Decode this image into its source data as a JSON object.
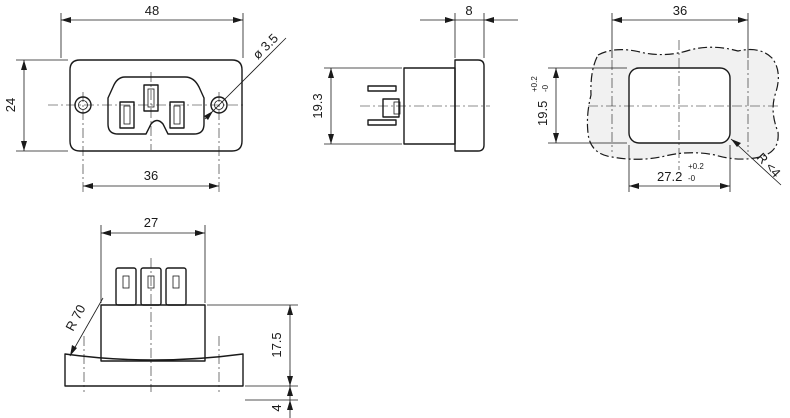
{
  "views": {
    "front": {
      "width_label": "48",
      "height_label": "24",
      "hole_label": "ø 3.5",
      "hole_spacing_label": "36"
    },
    "side": {
      "depth_label": "8",
      "height_label": "19.3"
    },
    "cutout": {
      "width_label": "36",
      "height_label": "19.5",
      "height_tol_upper": "+0.2",
      "height_tol_lower": "-0",
      "opening_width_label": "27.2",
      "opening_tol_upper": "+0.2",
      "opening_tol_lower": "-0",
      "radius_label": "R <4"
    },
    "bottom": {
      "width_label": "27",
      "radius_label": "R 70",
      "height_label": "17.5",
      "flange_label": "4"
    }
  }
}
